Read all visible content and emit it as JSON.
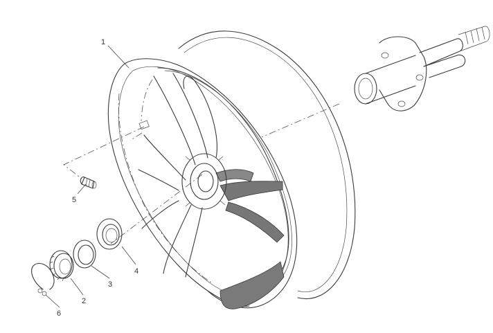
{
  "diagram": {
    "parts": [
      {
        "id": "1",
        "label": "1",
        "name": "wheel-rim"
      },
      {
        "id": "2",
        "label": "2",
        "name": "ring-nut"
      },
      {
        "id": "3",
        "label": "3",
        "name": "washer"
      },
      {
        "id": "4",
        "label": "4",
        "name": "bearing-seal"
      },
      {
        "id": "5",
        "label": "5",
        "name": "valve-stem"
      },
      {
        "id": "6",
        "label": "6",
        "name": "circlip"
      }
    ],
    "colors": {
      "line": "#3a3a3a",
      "shade": "#7a7a7a",
      "background": "#ffffff"
    }
  }
}
